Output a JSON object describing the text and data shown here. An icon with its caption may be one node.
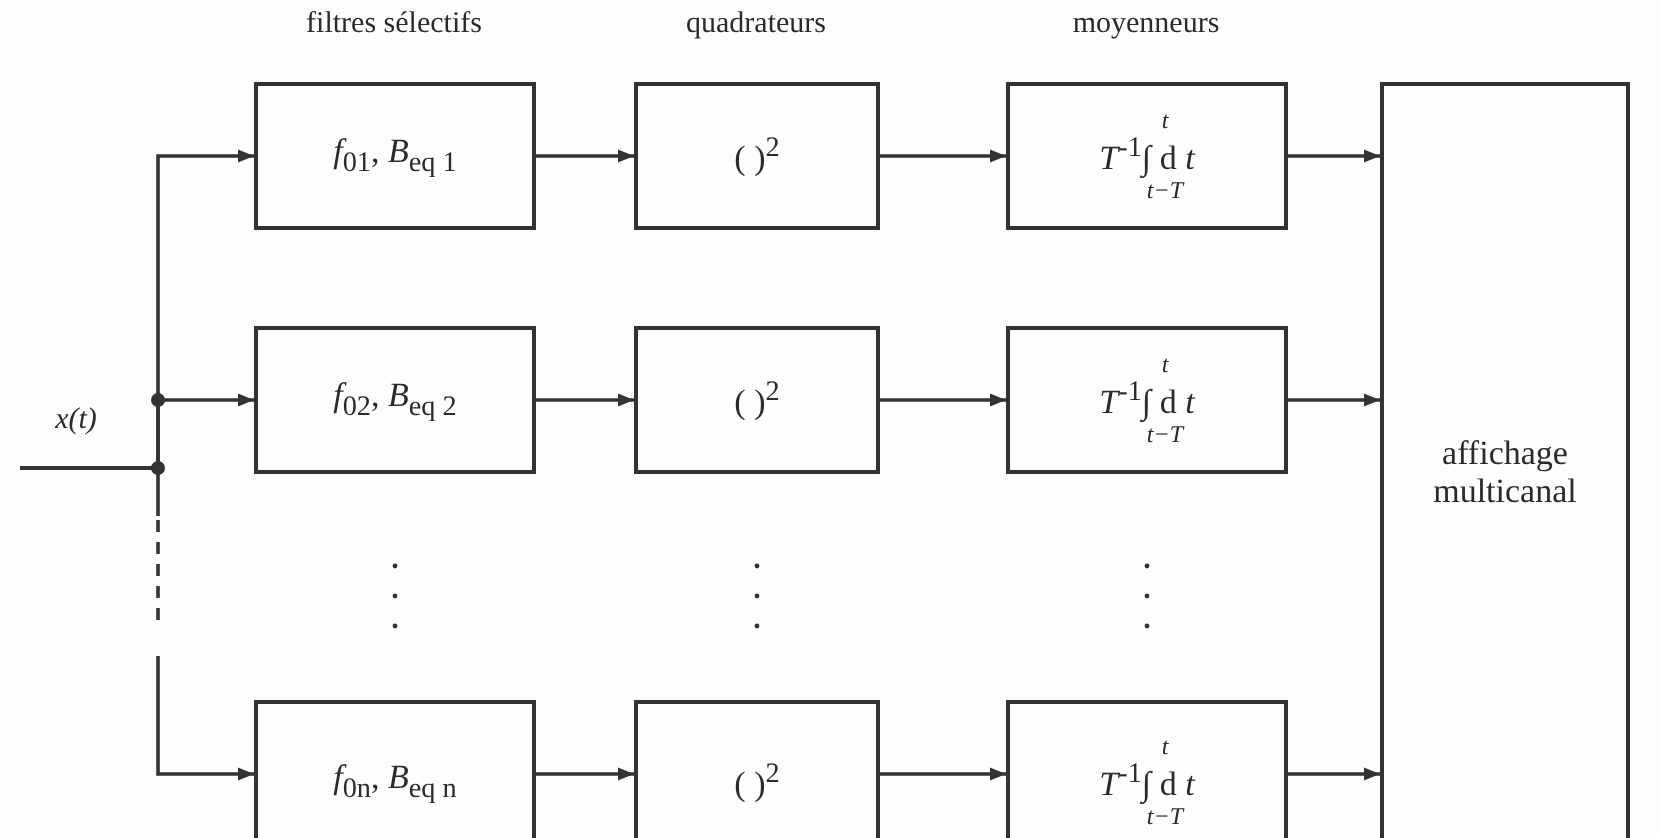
{
  "diagram": {
    "nodes": [
      {
        "text": [
          "*f*$_{01}$, *B*$_{eq 1}$"
        ]
      },
      {
        "text": [
          "( )$^{2}$"
        ]
      },
      {
        "text": [
          "*t*",
          "*T*$^{-1}$∫ d *t*",
          "*t*−*T*"
        ]
      },
      {
        "text": [
          "*f*$_{02}$, *B*$_{eq 2}$"
        ]
      },
      {
        "text": [
          "( )$^{2}$"
        ]
      },
      {
        "text": [
          "*t*",
          "*T*$^{-1}$∫ d *t*",
          "*t*−*T*"
        ]
      },
      {
        "text": [
          "*f*$_{0n}$, *B*$_{eq n}$"
        ]
      },
      {
        "text": [
          "( )$^{2}$"
        ]
      },
      {
        "text": [
          "*t*",
          "*T*$^{-1}$∫ d *t*",
          "*t*−*T*"
        ]
      },
      {
        "text": [
          "affichage multicanal"
        ]
      }
    ],
    "edges": [
      {
        "from": null,
        "to": 0,
        "arrow": "to"
      },
      {
        "from": null,
        "to": 3,
        "arrow": "to"
      },
      {
        "from": null,
        "to": 6,
        "arrow": "to",
        "style": "dashed"
      },
      {
        "from": 0,
        "to": 1,
        "arrow": "to"
      },
      {
        "from": 1,
        "to": 2,
        "arrow": "to"
      },
      {
        "from": 2,
        "to": 9,
        "arrow": "to"
      },
      {
        "from": 3,
        "to": 4,
        "arrow": "to"
      },
      {
        "from": 4,
        "to": 5,
        "arrow": "to"
      },
      {
        "from": 5,
        "to": 9,
        "arrow": "to"
      },
      {
        "from": 6,
        "to": 7,
        "arrow": "to"
      },
      {
        "from": 7,
        "to": 8,
        "arrow": "to"
      },
      {
        "from": 8,
        "to": 9,
        "arrow": "to"
      }
    ],
    "labels": [
      "filtres sélectifs",
      "quadrateurs",
      "moyenneurs",
      "x(t)"
    ]
  }
}
